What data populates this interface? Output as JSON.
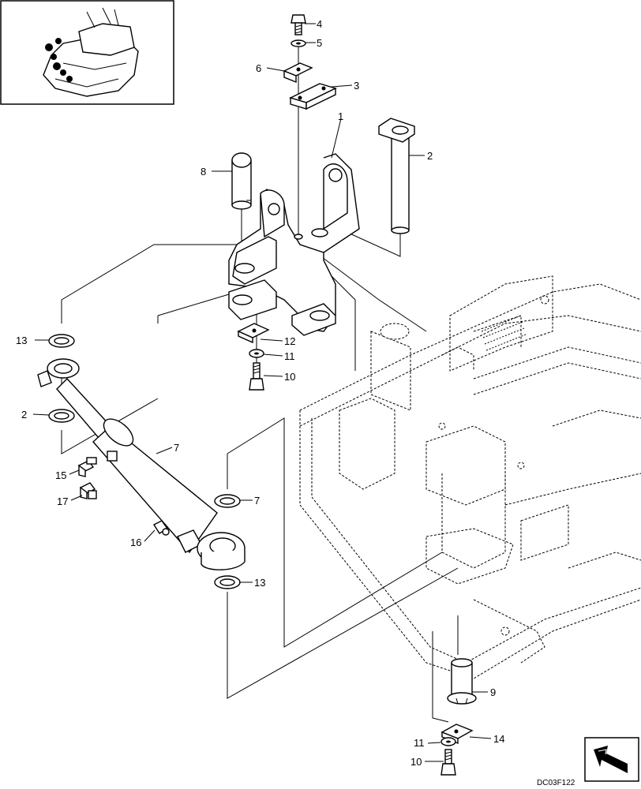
{
  "diagram": {
    "drawing_code": "DC03F122",
    "callouts": [
      {
        "id": "4",
        "text": "4"
      },
      {
        "id": "5",
        "text": "5"
      },
      {
        "id": "6",
        "text": "6"
      },
      {
        "id": "3",
        "text": "3"
      },
      {
        "id": "1",
        "text": "1"
      },
      {
        "id": "2a",
        "text": "2"
      },
      {
        "id": "8",
        "text": "8"
      },
      {
        "id": "12",
        "text": "12"
      },
      {
        "id": "11a",
        "text": "11"
      },
      {
        "id": "10a",
        "text": "10"
      },
      {
        "id": "13a",
        "text": "13"
      },
      {
        "id": "2b",
        "text": "2"
      },
      {
        "id": "7a",
        "text": "7"
      },
      {
        "id": "15",
        "text": "15"
      },
      {
        "id": "17",
        "text": "17"
      },
      {
        "id": "7b",
        "text": "7"
      },
      {
        "id": "16",
        "text": "16"
      },
      {
        "id": "13b",
        "text": "13"
      },
      {
        "id": "9",
        "text": "9"
      },
      {
        "id": "14",
        "text": "14"
      },
      {
        "id": "11b",
        "text": "11"
      },
      {
        "id": "10b",
        "text": "10"
      }
    ],
    "icons": {
      "inset": "machine-overview-icon",
      "orientation": "front-direction-arrow-icon"
    }
  }
}
